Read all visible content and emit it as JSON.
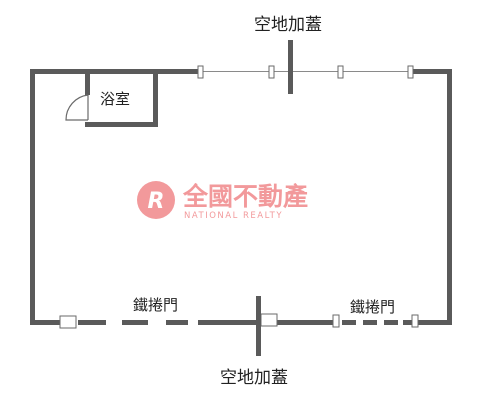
{
  "labels": {
    "top_area": "空地加蓋",
    "bottom_area": "空地加蓋",
    "bathroom": "浴室",
    "gate_left": "鐵捲門",
    "gate_right": "鐵捲門"
  },
  "watermark": {
    "logo_letters": "R",
    "name_cn": "全國不動產",
    "name_en": "NATIONAL REALTY",
    "color": "#e8464a"
  },
  "colors": {
    "wall": "#5a5a5a",
    "line": "#8a8a8a",
    "text": "#222222"
  }
}
